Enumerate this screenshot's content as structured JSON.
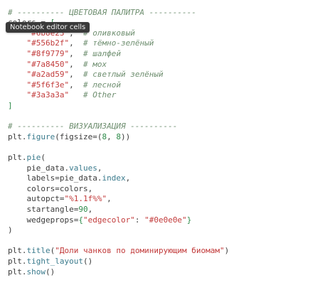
{
  "tooltip": {
    "text": "Notebook editor cells"
  },
  "code": [
    [
      {
        "t": "# ---------- ЦВЕТОВАЯ ПАЛИТРА ----------",
        "c": "comment"
      }
    ],
    [
      {
        "t": "colors",
        "c": "pl"
      },
      {
        "t": " = ",
        "c": "pl"
      },
      {
        "t": "[",
        "c": "brk"
      }
    ],
    [
      {
        "t": "    ",
        "c": "pl"
      },
      {
        "t": "\"#6b8e23\"",
        "c": "str"
      },
      {
        "t": ",  ",
        "c": "pl"
      },
      {
        "t": "# оливковый",
        "c": "comment"
      }
    ],
    [
      {
        "t": "    ",
        "c": "pl"
      },
      {
        "t": "\"#556b2f\"",
        "c": "str"
      },
      {
        "t": ",  ",
        "c": "pl"
      },
      {
        "t": "# тёмно-зелёный",
        "c": "comment"
      }
    ],
    [
      {
        "t": "    ",
        "c": "pl"
      },
      {
        "t": "\"#8f9779\"",
        "c": "str"
      },
      {
        "t": ",  ",
        "c": "pl"
      },
      {
        "t": "# шалфей",
        "c": "comment"
      }
    ],
    [
      {
        "t": "    ",
        "c": "pl"
      },
      {
        "t": "\"#7a8450\"",
        "c": "str"
      },
      {
        "t": ",  ",
        "c": "pl"
      },
      {
        "t": "# мох",
        "c": "comment"
      }
    ],
    [
      {
        "t": "    ",
        "c": "pl"
      },
      {
        "t": "\"#a2ad59\"",
        "c": "str"
      },
      {
        "t": ",  ",
        "c": "pl"
      },
      {
        "t": "# светлый зелёный",
        "c": "comment"
      }
    ],
    [
      {
        "t": "    ",
        "c": "pl"
      },
      {
        "t": "\"#5f6f3e\"",
        "c": "str"
      },
      {
        "t": ",  ",
        "c": "pl"
      },
      {
        "t": "# лесной",
        "c": "comment"
      }
    ],
    [
      {
        "t": "    ",
        "c": "pl"
      },
      {
        "t": "\"#3a3a3a\"",
        "c": "str"
      },
      {
        "t": "   ",
        "c": "pl"
      },
      {
        "t": "# Other",
        "c": "comment"
      }
    ],
    [
      {
        "t": "]",
        "c": "brk"
      }
    ],
    [],
    [
      {
        "t": "# ---------- ВИЗУАЛИЗАЦИЯ ----------",
        "c": "comment"
      }
    ],
    [
      {
        "t": "plt",
        "c": "pl"
      },
      {
        "t": ".",
        "c": "pl"
      },
      {
        "t": "figure",
        "c": "fn"
      },
      {
        "t": "(figsize=(",
        "c": "pl"
      },
      {
        "t": "8",
        "c": "num"
      },
      {
        "t": ", ",
        "c": "pl"
      },
      {
        "t": "8",
        "c": "num"
      },
      {
        "t": "))",
        "c": "pl"
      }
    ],
    [],
    [
      {
        "t": "plt",
        "c": "pl"
      },
      {
        "t": ".",
        "c": "pl"
      },
      {
        "t": "pie",
        "c": "fn"
      },
      {
        "t": "(",
        "c": "pl"
      }
    ],
    [
      {
        "t": "    pie_data",
        "c": "pl"
      },
      {
        "t": ".",
        "c": "pl"
      },
      {
        "t": "values",
        "c": "fn"
      },
      {
        "t": ",",
        "c": "pl"
      }
    ],
    [
      {
        "t": "    labels=pie_data",
        "c": "pl"
      },
      {
        "t": ".",
        "c": "pl"
      },
      {
        "t": "index",
        "c": "fn"
      },
      {
        "t": ",",
        "c": "pl"
      }
    ],
    [
      {
        "t": "    colors=colors,",
        "c": "pl"
      }
    ],
    [
      {
        "t": "    autopct=",
        "c": "pl"
      },
      {
        "t": "\"%1.1f%%\"",
        "c": "str"
      },
      {
        "t": ",",
        "c": "pl"
      }
    ],
    [
      {
        "t": "    startangle=",
        "c": "pl"
      },
      {
        "t": "90",
        "c": "num"
      },
      {
        "t": ",",
        "c": "pl"
      }
    ],
    [
      {
        "t": "    wedgeprops=",
        "c": "pl"
      },
      {
        "t": "{",
        "c": "brk"
      },
      {
        "t": "\"edgecolor\"",
        "c": "str"
      },
      {
        "t": ": ",
        "c": "pl"
      },
      {
        "t": "\"#0e0e0e\"",
        "c": "str"
      },
      {
        "t": "}",
        "c": "brk"
      }
    ],
    [
      {
        "t": ")",
        "c": "pl"
      }
    ],
    [],
    [
      {
        "t": "plt",
        "c": "pl"
      },
      {
        "t": ".",
        "c": "pl"
      },
      {
        "t": "title",
        "c": "fn"
      },
      {
        "t": "(",
        "c": "pl"
      },
      {
        "t": "\"Доли чанков по доминирующим биомам\"",
        "c": "str"
      },
      {
        "t": ")",
        "c": "pl"
      }
    ],
    [
      {
        "t": "plt",
        "c": "pl"
      },
      {
        "t": ".",
        "c": "pl"
      },
      {
        "t": "tight_layout",
        "c": "fn"
      },
      {
        "t": "()",
        "c": "pl"
      }
    ],
    [
      {
        "t": "plt",
        "c": "pl"
      },
      {
        "t": ".",
        "c": "pl"
      },
      {
        "t": "show",
        "c": "fn"
      },
      {
        "t": "()",
        "c": "pl"
      }
    ]
  ]
}
